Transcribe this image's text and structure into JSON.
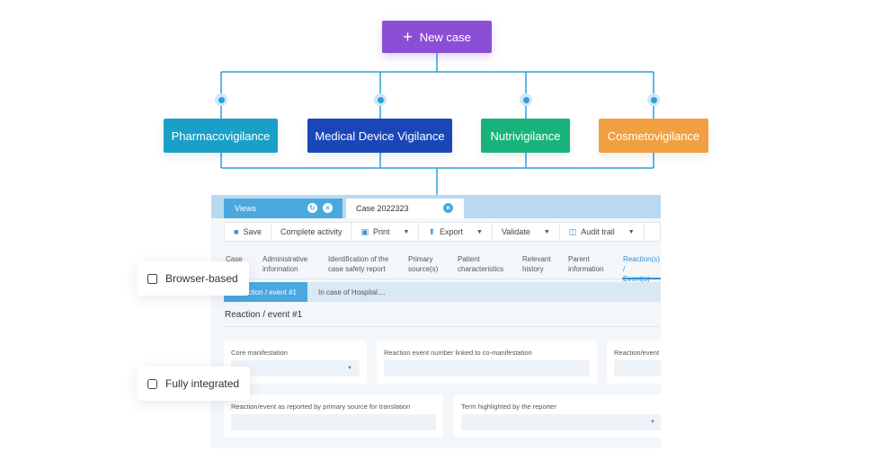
{
  "diagram": {
    "root": {
      "label": "New case",
      "color": "#8b4fd6"
    },
    "nodes": [
      {
        "label": "Pharmacovigilance",
        "color": "#1aa0c8"
      },
      {
        "label": "Medical Device Vigilance",
        "color": "#1a47b8"
      },
      {
        "label": "Nutrivigilance",
        "color": "#18b37b"
      },
      {
        "label": "Cosmetovigilance",
        "color": "#f0a040"
      }
    ],
    "connector_color": "#2e9fdc"
  },
  "window": {
    "tabs": [
      {
        "label": "Views"
      },
      {
        "label": "Case 2022323"
      }
    ],
    "toolbar": {
      "save": "Save",
      "complete": "Complete activity",
      "print": "Print",
      "export": "Export",
      "validate": "Validate",
      "audit": "Audit trail"
    },
    "nav": [
      {
        "l1": "Case",
        "l2": ""
      },
      {
        "l1": "Administrative",
        "l2": "information"
      },
      {
        "l1": "Identification of the",
        "l2": "case safety report"
      },
      {
        "l1": "Primary",
        "l2": "source(s)"
      },
      {
        "l1": "Patient",
        "l2": "characteristics"
      },
      {
        "l1": "Relevant",
        "l2": "history"
      },
      {
        "l1": "Parent",
        "l2": "information"
      },
      {
        "l1": "Reaction(s) /",
        "l2": "Event(s)"
      }
    ],
    "subtabs": {
      "active": "Reaction / event #1",
      "other": "In case of Hospital...."
    },
    "section_title": "Reaction / event #1",
    "fields": {
      "core": "Core manifestation",
      "linked": "Reaction event number linked to co-manifestation",
      "reaction_event": "Reaction/event",
      "translation": "Reaction/event as reported by primary source for translation",
      "term": "Term highlighted by the reporter"
    }
  },
  "badges": {
    "browser": "Browser-based",
    "integrated": "Fully integrated"
  }
}
